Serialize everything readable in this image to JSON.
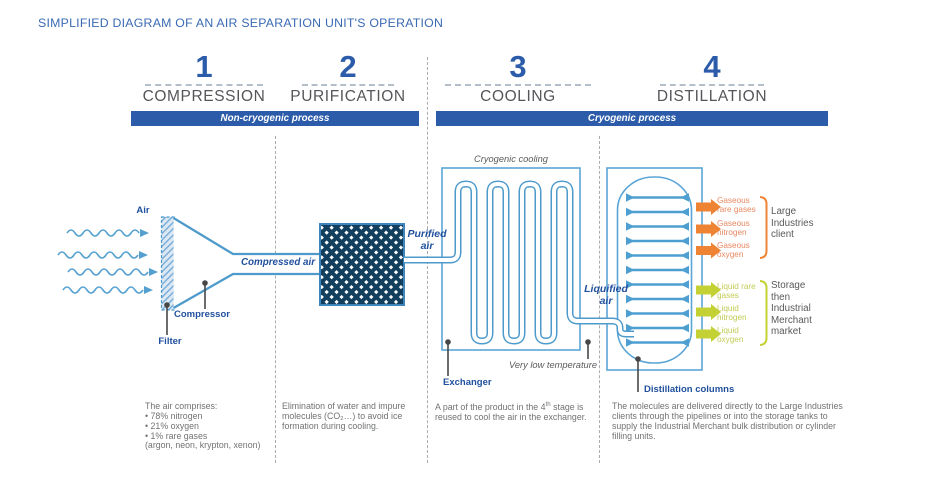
{
  "title": "SIMPLIFIED DIAGRAM OF AN AIR SEPARATION UNIT'S OPERATION",
  "stages": [
    {
      "number": "1",
      "name": "COMPRESSION"
    },
    {
      "number": "2",
      "name": "PURIFICATION"
    },
    {
      "number": "3",
      "name": "COOLING"
    },
    {
      "number": "4",
      "name": "DISTILLATION"
    }
  ],
  "process_bands": {
    "non_cryogenic": "Non-cryogenic process",
    "cryogenic": "Cryogenic process"
  },
  "diagram_labels": {
    "air": "Air",
    "filter": "Filter",
    "compressor": "Compressor",
    "compressed_air": "Compressed air",
    "purified_air": "Purified air",
    "cryogenic_cooling": "Cryogenic cooling",
    "exchanger": "Exchanger",
    "very_low_temperature": "Very low temperature",
    "liquified_air": "Liquified air",
    "distillation_columns": "Distillation columns"
  },
  "outputs": {
    "gaseous": {
      "products": [
        {
          "label": "Gaseous rare gases"
        },
        {
          "label": "Gaseous nitrogen"
        },
        {
          "label": "Gaseous oxygen"
        }
      ],
      "destination": "Large Industries client"
    },
    "liquid": {
      "products": [
        {
          "label": "Liquid rare gases"
        },
        {
          "label": "Liquid nitrogen"
        },
        {
          "label": "Liquid oxygen"
        }
      ],
      "destination": "Storage then Industrial Merchant market"
    }
  },
  "notes": {
    "compression": {
      "intro": "The air comprises:",
      "items": [
        "78% nitrogen",
        "21% oxygen",
        "1% rare gases"
      ],
      "footnote": "(argon, neon, krypton, xenon)"
    },
    "purification": "Elimination of water and impure molecules (CO₂…) to avoid ice formation during cooling.",
    "cooling": {
      "before_sup": "A part of the product in the 4",
      "sup": "th",
      "after_sup": " stage is reused to cool the air in the exchanger."
    },
    "distillation": "The molecules are delivered directly to the Large Industries clients through the pipelines or into the storage tanks to supply the Industrial Merchant bulk distribution or cylinder filling units."
  },
  "colors": {
    "deep_blue": "#2B5BA9",
    "pipe_blue": "#4D9ACB",
    "label_navy": "#21519E",
    "orange": "#EE8334",
    "orange_text": "#E98862",
    "lime": "#C3D134",
    "lime_text": "#C2CB55",
    "gray_text": "#6D6E71"
  }
}
